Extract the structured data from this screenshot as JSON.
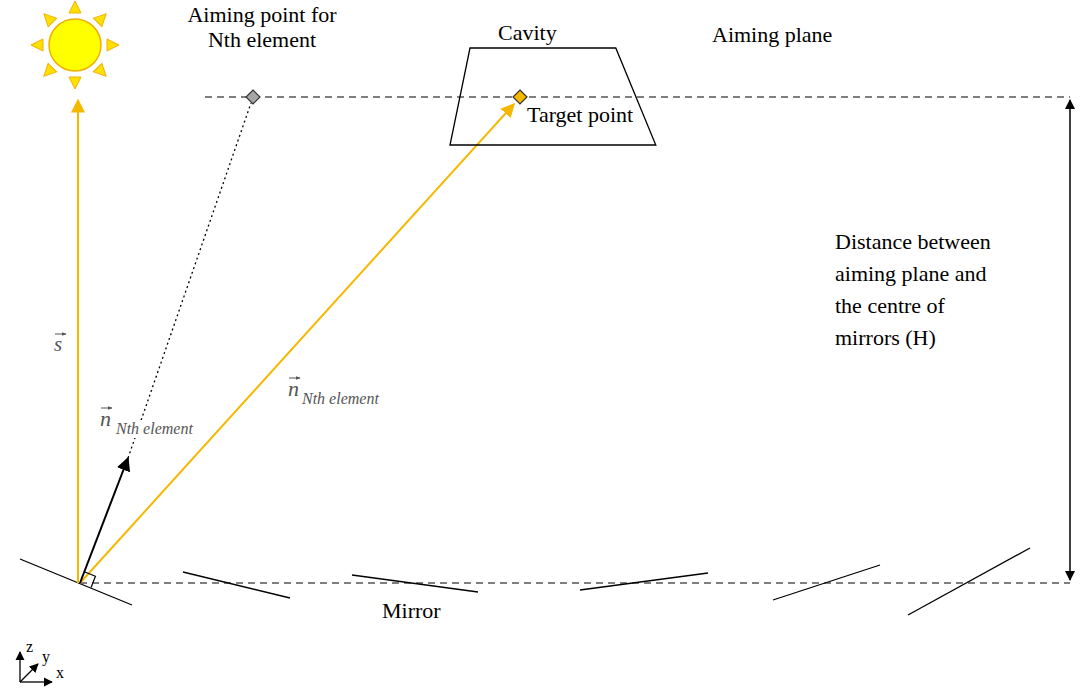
{
  "diagram": {
    "nodes": [
      {
        "text": [
          "Cavity",
          "Target point"
        ]
      }
    ],
    "labels": [
      "Aiming point for Nth element",
      "Aiming plane",
      "Distance between aiming plane and the centre of mirrors (H)",
      "s",
      "n",
      "Nth element",
      "n",
      "Nth element",
      "Mirror",
      "z",
      "y",
      "x"
    ]
  }
}
